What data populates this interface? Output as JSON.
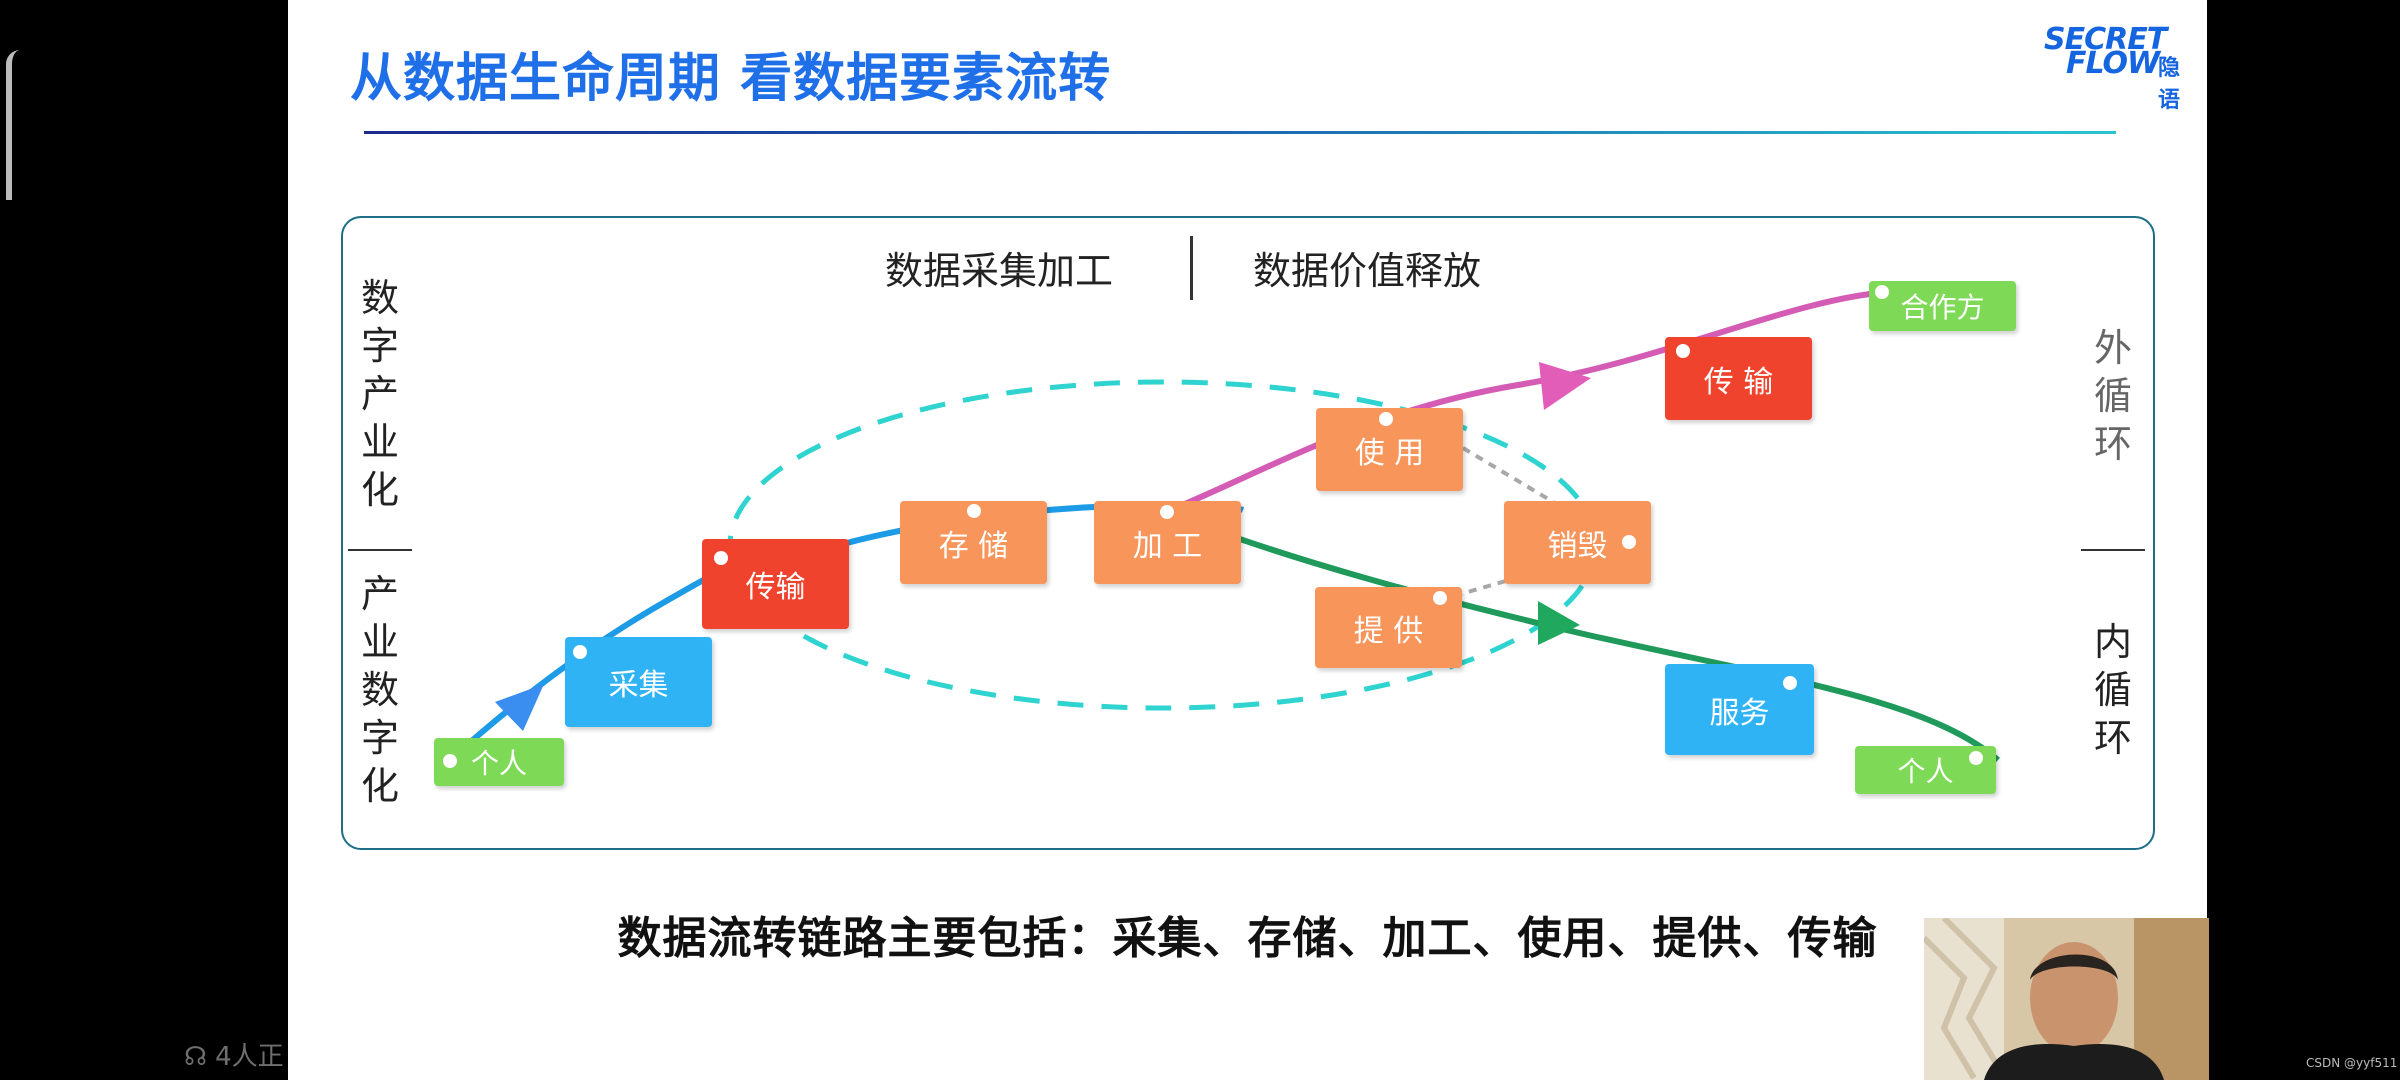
{
  "viewer_count": "4人正",
  "watermark": "CSDN @yyf511",
  "slide": {
    "title": "从数据生命周期 看数据要素流转",
    "logo": {
      "line1": "SECRET",
      "line2": "FLOW",
      "line3": "隐语"
    },
    "header_left": "数据采集加工",
    "header_right": "数据价值释放",
    "left_top": [
      "数",
      "字",
      "产",
      "业",
      "化"
    ],
    "left_bottom": [
      "产",
      "业",
      "数",
      "字",
      "化"
    ],
    "right_top": [
      "外",
      "循",
      "环"
    ],
    "right_bottom": [
      "内",
      "循",
      "环"
    ],
    "nodes": {
      "person_left": "个人",
      "collect": "采集",
      "transmit_left": "传输",
      "store": "存 储",
      "process": "加 工",
      "use": "使 用",
      "destroy": "销毁",
      "provide": "提 供",
      "transmit_right": "传 输",
      "partner": "合作方",
      "service": "服务",
      "person_right": "个人"
    },
    "caption": "数据流转链路主要包括：采集、存储、加工、使用、提供、传输"
  },
  "colors": {
    "title_blue": "#1f6fe8",
    "green": "#7ed957",
    "blue": "#2fb3f4",
    "red": "#f0432e",
    "orange": "#f7955a",
    "curve_blue": "#1e9be6",
    "curve_pink": "#d45cb5",
    "curve_green": "#1f9a5b",
    "ellipse_cyan": "#2fd3cf"
  }
}
